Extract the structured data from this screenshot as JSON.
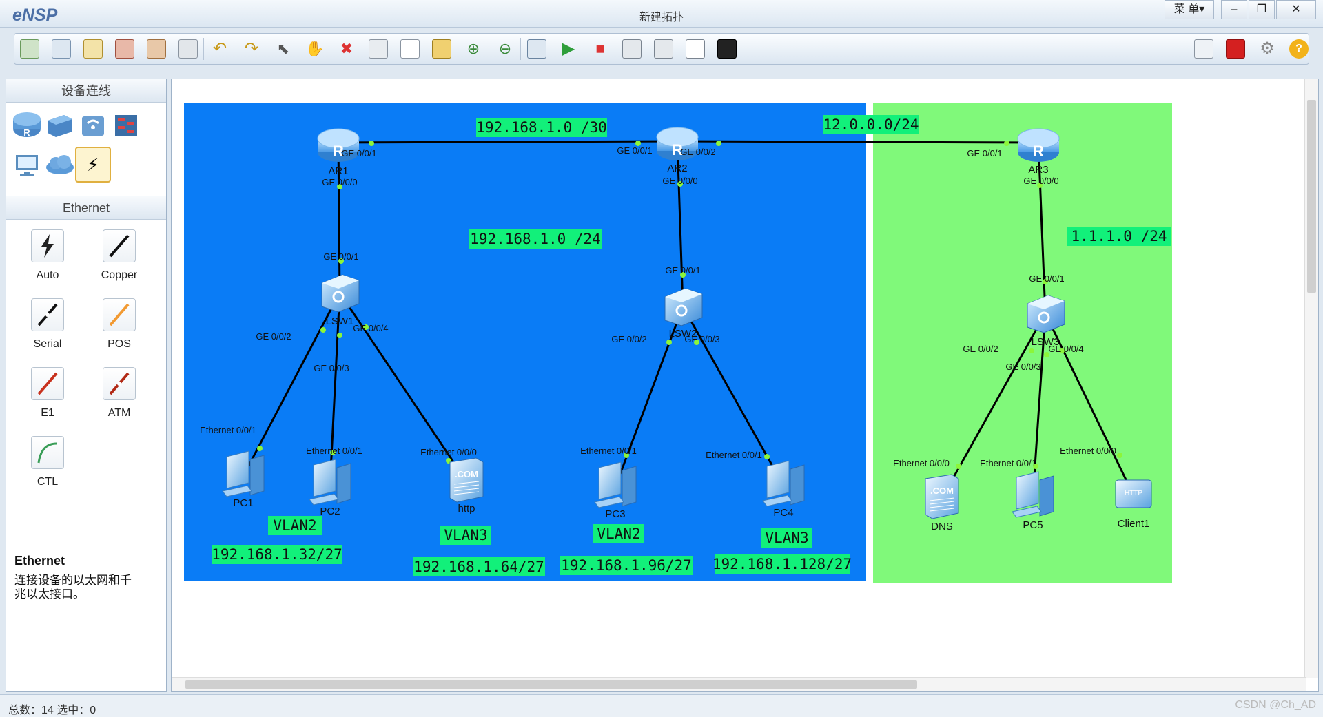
{
  "app": {
    "logo": "eNSP",
    "title": "新建拓扑",
    "menu_label": "菜 单▾"
  },
  "left": {
    "devices_header": "设备连线",
    "ethernet_header": "Ethernet",
    "cables": [
      {
        "label": "Auto"
      },
      {
        "label": "Copper"
      },
      {
        "label": "Serial"
      },
      {
        "label": "POS"
      },
      {
        "label": "E1"
      },
      {
        "label": "ATM"
      },
      {
        "label": "CTL"
      }
    ],
    "info_title": "Ethernet",
    "info_desc_line1": "连接设备的以太网和千",
    "info_desc_line2": "兆以太接口。"
  },
  "status": {
    "text": "总数：14 选中：0",
    "watermark": "CSDN @Ch_AD"
  },
  "topology": {
    "subnets": [
      {
        "text": "192.168.1.0 /30"
      },
      {
        "text": "12.0.0.0/24"
      },
      {
        "text": "192.168.1.0 /24"
      },
      {
        "text": "1.1.1.0 /24"
      },
      {
        "text": "VLAN2"
      },
      {
        "text": "VLAN3"
      },
      {
        "text": "VLAN2"
      },
      {
        "text": "VLAN3"
      },
      {
        "text": "192.168.1.32/27"
      },
      {
        "text": "192.168.1.64/27"
      },
      {
        "text": "192.168.1.96/27"
      },
      {
        "text": "192.168.1.128/27"
      }
    ],
    "devices": [
      {
        "name": "AR1",
        "type": "router"
      },
      {
        "name": "AR2",
        "type": "router"
      },
      {
        "name": "AR3",
        "type": "router"
      },
      {
        "name": "LSW1",
        "type": "switch"
      },
      {
        "name": "LSW2",
        "type": "switch"
      },
      {
        "name": "LSW3",
        "type": "switch"
      },
      {
        "name": "PC1",
        "type": "pc"
      },
      {
        "name": "PC2",
        "type": "pc"
      },
      {
        "name": "http",
        "type": "server"
      },
      {
        "name": "PC3",
        "type": "pc"
      },
      {
        "name": "PC4",
        "type": "pc"
      },
      {
        "name": "DNS",
        "type": "server"
      },
      {
        "name": "PC5",
        "type": "pc"
      },
      {
        "name": "Client1",
        "type": "client"
      }
    ],
    "ports": [
      "GE 0/0/1",
      "GE 0/0/0",
      "GE 0/0/1",
      "GE 0/0/2",
      "GE 0/0/0",
      "GE 0/0/1",
      "GE 0/0/0",
      "GE 0/0/1",
      "GE 0/0/2",
      "GE 0/0/3",
      "GE 0/0/4",
      "GE 0/0/1",
      "GE 0/0/2",
      "GE 0/0/3",
      "GE 0/0/1",
      "GE 0/0/2",
      "GE 0/0/3",
      "GE 0/0/4",
      "Ethernet 0/0/1",
      "Ethernet 0/0/1",
      "Ethernet 0/0/0",
      "Ethernet 0/0/1",
      "Ethernet 0/0/1",
      "Ethernet 0/0/0",
      "Ethernet 0/0/1",
      "Ethernet 0/0/0"
    ]
  }
}
